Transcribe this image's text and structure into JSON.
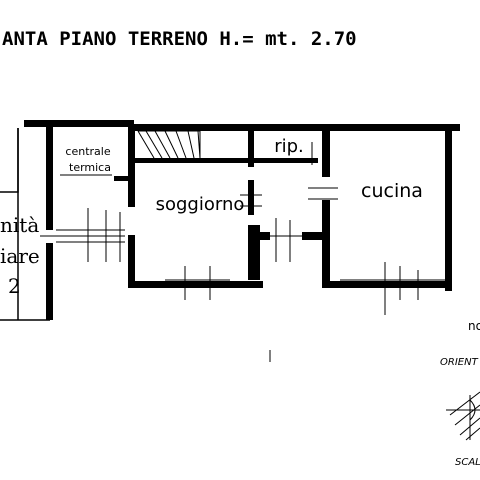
{
  "title": "ANTA PIANO TERRENO H.= mt. 2.70",
  "rooms": {
    "centrale_termica_line1": "centrale",
    "centrale_termica_line2": "termica",
    "soggiorno": "soggiorno",
    "ripostiglio": "rip.",
    "cucina": "cucina"
  },
  "side_label": {
    "line1": "nità",
    "line2": "iare",
    "line3": "2"
  },
  "right_notes": {
    "north": "no",
    "orientation": "ORIENT",
    "scale": "SCAL"
  }
}
